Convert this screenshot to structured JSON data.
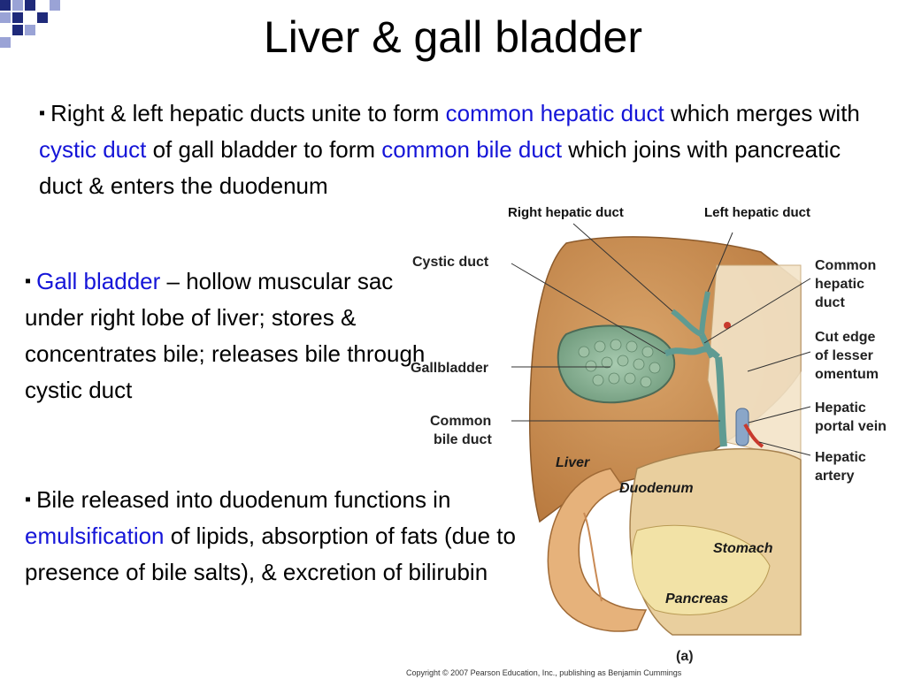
{
  "title": "Liver & gall bladder",
  "paragraph1": {
    "bullet": "▪",
    "t1": "Right & left hepatic ducts unite to form ",
    "h1": "common hepatic duct",
    "t2": " which merges with ",
    "h2": "cystic duct",
    "t3": " of gall bladder to form ",
    "h3": "common bile duct",
    "t4": " which joins with pancreatic duct & enters the duodenum"
  },
  "paragraph2": {
    "bullet": "▪",
    "h1": "Gall bladder",
    "t1": " – hollow muscular sac under right lobe of liver; stores & concentrates bile; releases bile through cystic duct"
  },
  "paragraph3": {
    "bullet": "▪",
    "t1": "Bile released into duodenum functions in ",
    "h1": "emulsification",
    "t2": " of lipids, absorption of fats (due to presence of bile salts), & excretion of bilirubin"
  },
  "figure": {
    "labels": {
      "right_hepatic_duct": "Right hepatic duct",
      "left_hepatic_duct": "Left hepatic duct",
      "cystic_duct": "Cystic duct",
      "gallbladder": "Gallbladder",
      "common_bile_duct_1": "Common",
      "common_bile_duct_2": "bile duct",
      "common_hepatic_duct_1": "Common",
      "common_hepatic_duct_2": "hepatic",
      "common_hepatic_duct_3": "duct",
      "cut_edge_1": "Cut edge",
      "cut_edge_2": "of lesser",
      "cut_edge_3": "omentum",
      "hepatic_portal_vein_1": "Hepatic",
      "hepatic_portal_vein_2": "portal vein",
      "hepatic_artery_1": "Hepatic",
      "hepatic_artery_2": "artery",
      "liver": "Liver",
      "duodenum": "Duodenum",
      "stomach": "Stomach",
      "pancreas": "Pancreas",
      "panel": "(a)"
    },
    "copyright": "Copyright © 2007 Pearson Education, Inc., publishing as Benjamin Cummings"
  },
  "colors": {
    "highlight": "#1515d8",
    "logo_dark": "#1f2a7a",
    "logo_light": "#9aa3d6",
    "liver": "#c98c4f",
    "gallbladder": "#7fa88a",
    "duct": "#5f9b92"
  }
}
